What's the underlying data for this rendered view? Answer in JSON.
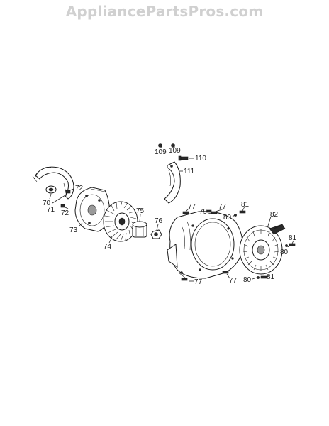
{
  "watermark": "AppliancePartsPros.com",
  "callouts": {
    "c70": "70",
    "c71": "71",
    "c72a": "72",
    "c72b": "72",
    "c73": "73",
    "c74": "74",
    "c75": "75",
    "c76": "76",
    "c77a": "77",
    "c77b": "77",
    "c77c": "77",
    "c77d": "77",
    "c79": "79",
    "c80a": "80",
    "c80b": "80",
    "c80c": "80",
    "c81a": "81",
    "c81b": "81",
    "c81c": "81",
    "c82": "82",
    "c109a": "109",
    "c109b": "109",
    "c110": "110",
    "c111": "111"
  }
}
